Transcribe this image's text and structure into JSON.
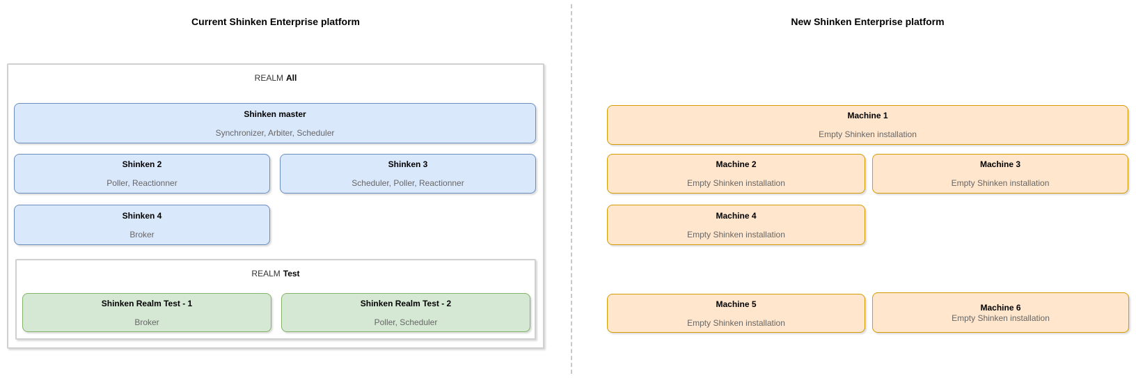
{
  "palette": {
    "node_blue_fill": "#dae8fc",
    "node_blue_border": "#6c8ebf",
    "node_green_fill": "#d5e8d4",
    "node_green_border": "#82b366",
    "node_orange_fill": "#ffe6cc",
    "node_orange_border": "#d79b00",
    "container_border": "#d0d0d0",
    "subtitle_text": "#666666",
    "divider": "#c8c8c8"
  },
  "left_panel": {
    "title": "Current Shinken Enterprise platform",
    "realm_all": {
      "label_prefix": "REALM",
      "label_name": "All",
      "nodes": [
        {
          "title": "Shinken master",
          "subtitle": "Synchronizer, Arbiter, Scheduler"
        },
        {
          "title": "Shinken 2",
          "subtitle": "Poller, Reactionner"
        },
        {
          "title": "Shinken 3",
          "subtitle": "Scheduler, Poller, Reactionner"
        },
        {
          "title": "Shinken 4",
          "subtitle": "Broker"
        }
      ],
      "realm_test": {
        "label_prefix": "REALM",
        "label_name": "Test",
        "nodes": [
          {
            "title": "Shinken Realm Test - 1",
            "subtitle": "Broker"
          },
          {
            "title": "Shinken Realm Test - 2",
            "subtitle": "Poller, Scheduler"
          }
        ]
      }
    }
  },
  "right_panel": {
    "title": "New Shinken Enterprise platform",
    "machines": [
      {
        "title": "Machine 1",
        "subtitle": "Empty Shinken installation"
      },
      {
        "title": "Machine 2",
        "subtitle": "Empty Shinken installation"
      },
      {
        "title": "Machine 3",
        "subtitle": "Empty Shinken installation"
      },
      {
        "title": "Machine 4",
        "subtitle": "Empty Shinken installation"
      },
      {
        "title": "Machine 5",
        "subtitle": "Empty Shinken installation"
      },
      {
        "title": "Machine 6",
        "subtitle": "Empty Shinken installation"
      }
    ]
  }
}
